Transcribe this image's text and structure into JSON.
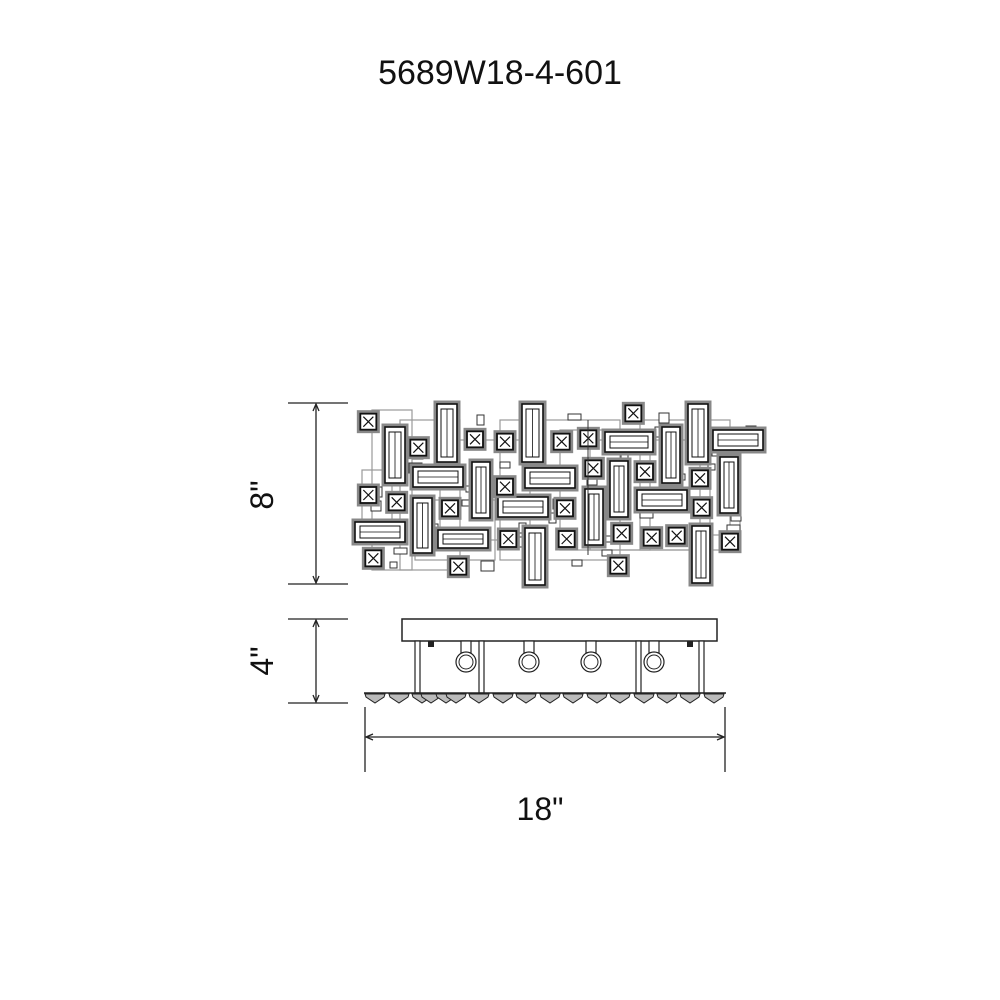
{
  "title": "5689W18-4-601",
  "dimensions": {
    "height_top_view": "8\"",
    "height_side_view": "4\"",
    "width": "18\""
  }
}
